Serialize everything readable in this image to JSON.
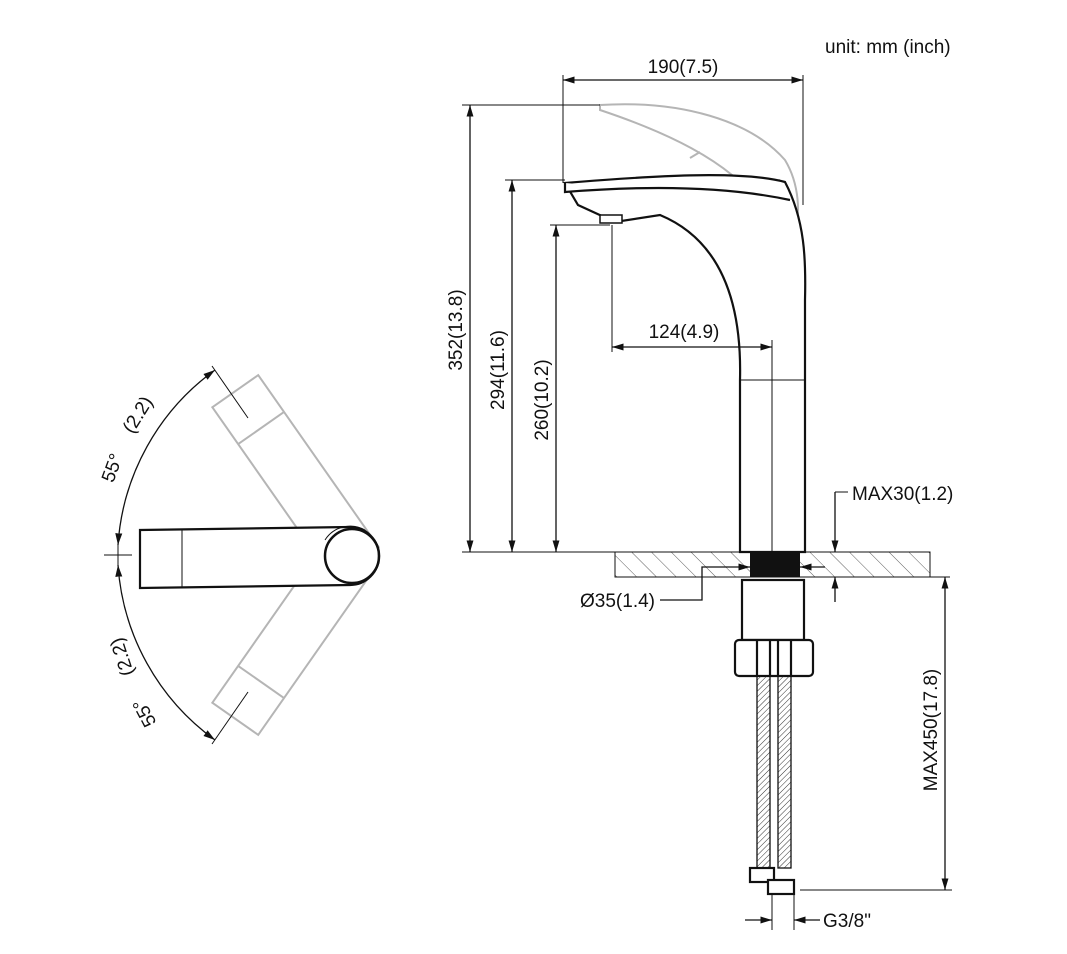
{
  "unit_label": "unit: mm (inch)",
  "dimensions": {
    "spout_reach_total": "190(7.5)",
    "overall_height": "352(13.8)",
    "spout_height": "294(11.6)",
    "aerator_height": "260(10.2)",
    "spout_reach": "124(4.9)",
    "max_deck_thickness": "MAX30(1.2)",
    "hole_diameter": "Ø35(1.4)",
    "hose_length": "MAX450(17.8)",
    "connection": "G3/8\""
  },
  "handle_rotation": {
    "upper_angle": "55°",
    "upper_value": "(2.2)",
    "lower_angle": "55°",
    "lower_value": "(2.2)"
  },
  "colors": {
    "line": "#111111",
    "ghost": "#b5b5b5"
  }
}
